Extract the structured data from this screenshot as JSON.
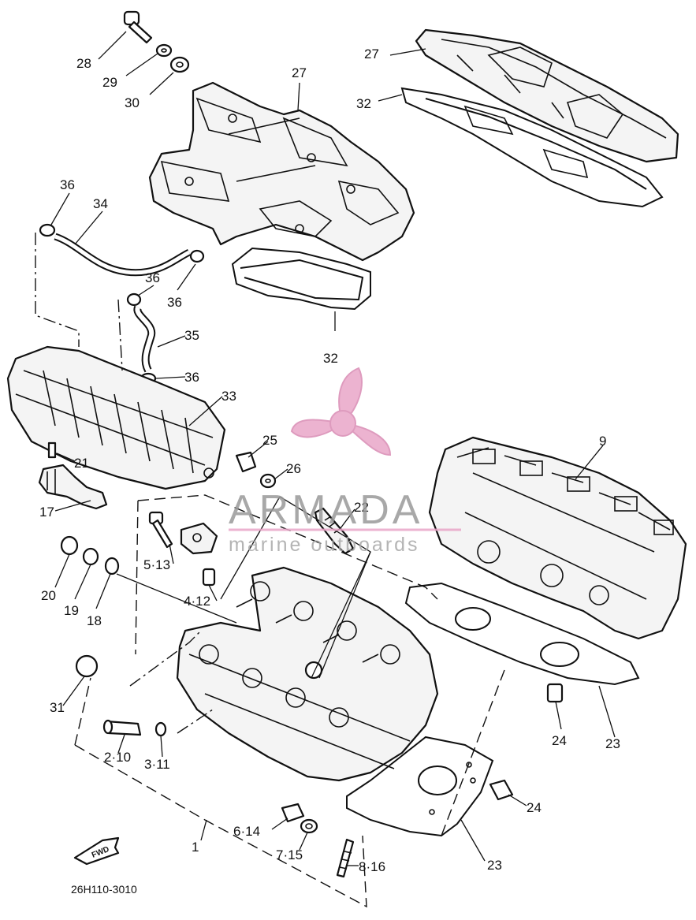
{
  "diagram": {
    "drawing_code": "26H110-3010",
    "direction_mark": "FWD",
    "callouts": [
      {
        "id": "c28",
        "text": "28"
      },
      {
        "id": "c29",
        "text": "29"
      },
      {
        "id": "c30",
        "text": "30"
      },
      {
        "id": "c27a",
        "text": "27"
      },
      {
        "id": "c27b",
        "text": "27"
      },
      {
        "id": "c32a",
        "text": "32"
      },
      {
        "id": "c32b",
        "text": "32"
      },
      {
        "id": "c36a",
        "text": "36"
      },
      {
        "id": "c34",
        "text": "34"
      },
      {
        "id": "c36b",
        "text": "36"
      },
      {
        "id": "c36c",
        "text": "36"
      },
      {
        "id": "c35",
        "text": "35"
      },
      {
        "id": "c36d",
        "text": "36"
      },
      {
        "id": "c33",
        "text": "33"
      },
      {
        "id": "c25",
        "text": "25"
      },
      {
        "id": "c26",
        "text": "26"
      },
      {
        "id": "c9",
        "text": "9"
      },
      {
        "id": "c21",
        "text": "21"
      },
      {
        "id": "c17",
        "text": "17"
      },
      {
        "id": "c22",
        "text": "22"
      },
      {
        "id": "c5_13",
        "text": "5·13"
      },
      {
        "id": "c4_12",
        "text": "4·12"
      },
      {
        "id": "c20",
        "text": "20"
      },
      {
        "id": "c19",
        "text": "19"
      },
      {
        "id": "c18",
        "text": "18"
      },
      {
        "id": "c31",
        "text": "31"
      },
      {
        "id": "c2_10",
        "text": "2·10"
      },
      {
        "id": "c3_11",
        "text": "3·11"
      },
      {
        "id": "c24a",
        "text": "24"
      },
      {
        "id": "c23a",
        "text": "23"
      },
      {
        "id": "c24b",
        "text": "24"
      },
      {
        "id": "c6_14",
        "text": "6·14"
      },
      {
        "id": "c7_15",
        "text": "7·15"
      },
      {
        "id": "c8_16",
        "text": "8·16"
      },
      {
        "id": "c23b",
        "text": "23"
      },
      {
        "id": "c1",
        "text": "1"
      }
    ]
  },
  "watermark": {
    "brand": "ARMADA",
    "tagline": "marine outboards",
    "color": "#e9a6c8"
  }
}
